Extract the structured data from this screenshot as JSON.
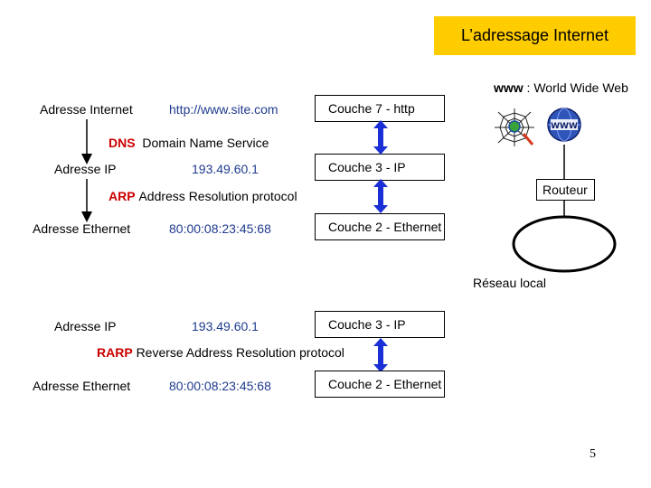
{
  "title": "L’adressage Internet",
  "www": {
    "abbr": "www",
    "text": " : World Wide Web"
  },
  "top": {
    "rows": [
      {
        "label": "Adresse Internet",
        "value": "http://www.site.com",
        "layer": "Couche 7 - http"
      },
      {
        "label": "Adresse IP",
        "value": "193.49.60.1",
        "layer": "Couche 3 - IP"
      },
      {
        "label": "Adresse Ethernet",
        "value": "80:00:08:23:45:68",
        "layer": "Couche 2 - Ethernet"
      }
    ],
    "dns": {
      "abbr": "DNS",
      "text": "Domain Name Service"
    },
    "arp": {
      "abbr": "ARP",
      "text": "Address Resolution protocol"
    }
  },
  "bottom": {
    "rows": [
      {
        "label": "Adresse IP",
        "value": "193.49.60.1",
        "layer": "Couche 3 - IP"
      },
      {
        "label": "Adresse Ethernet",
        "value": "80:00:08:23:45:68",
        "layer": "Couche 2 - Ethernet"
      }
    ],
    "rarp": {
      "abbr": "RARP",
      "text": "Reverse Address Resolution protocol"
    }
  },
  "network": {
    "router": "Routeur",
    "lan": "Réseau local"
  },
  "icons": [
    "spider-web-icon",
    "www-globe-icon"
  ],
  "colors": {
    "title_bg": "#ffcc00",
    "protocol": "#cc0000",
    "arrow": "#1a2fd6",
    "value_text": "#1f3b8f"
  },
  "page_number": "5"
}
